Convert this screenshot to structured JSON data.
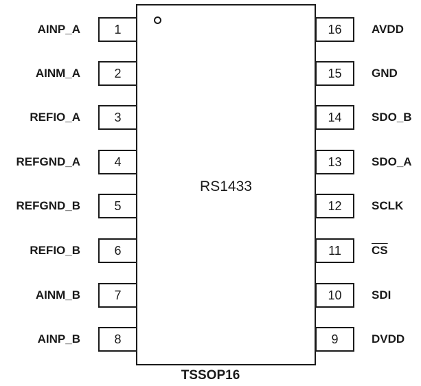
{
  "chip": {
    "name": "RS1433",
    "package": "TSSOP16"
  },
  "pins_left": [
    {
      "number": "1",
      "name": "AINP_A"
    },
    {
      "number": "2",
      "name": "AINM_A"
    },
    {
      "number": "3",
      "name": "REFIO_A"
    },
    {
      "number": "4",
      "name": "REFGND_A"
    },
    {
      "number": "5",
      "name": "REFGND_B"
    },
    {
      "number": "6",
      "name": "REFIO_B"
    },
    {
      "number": "7",
      "name": "AINM_B"
    },
    {
      "number": "8",
      "name": "AINP_B"
    }
  ],
  "pins_right": [
    {
      "number": "16",
      "name": "AVDD"
    },
    {
      "number": "15",
      "name": "GND"
    },
    {
      "number": "14",
      "name": "SDO_B"
    },
    {
      "number": "13",
      "name": "SDO_A"
    },
    {
      "number": "12",
      "name": "SCLK"
    },
    {
      "number": "11",
      "name": "CS",
      "active_low": true
    },
    {
      "number": "10",
      "name": "SDI"
    },
    {
      "number": "9",
      "name": "DVDD"
    }
  ]
}
